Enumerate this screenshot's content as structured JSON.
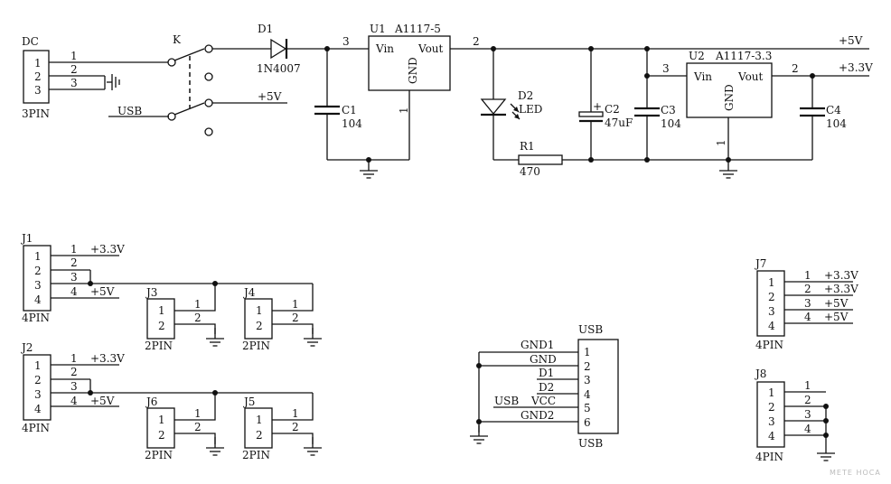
{
  "dc": {
    "ref": "DC",
    "pins": [
      "1",
      "2",
      "3"
    ],
    "footprint": "3PIN",
    "wire_labels": [
      "1",
      "2",
      "3"
    ]
  },
  "switch": {
    "ref": "K",
    "usb_label": "USB",
    "plus5_label": "+5V"
  },
  "d1": {
    "ref": "D1",
    "value": "1N4007"
  },
  "u1": {
    "ref": "U1",
    "part": "A1117-5",
    "vin": "Vin",
    "vout": "Vout",
    "gnd": "GND",
    "pin_in": "3",
    "pin_out": "2",
    "pin_gnd": "1"
  },
  "c1": {
    "ref": "C1",
    "value": "104"
  },
  "d2": {
    "ref": "D2",
    "value": "LED"
  },
  "r1": {
    "ref": "R1",
    "value": "470"
  },
  "c2": {
    "ref": "C2",
    "value": "47uF",
    "polarity": "+"
  },
  "c3": {
    "ref": "C3",
    "value": "104"
  },
  "u2": {
    "ref": "U2",
    "part": "A1117-3.3",
    "vin": "Vin",
    "vout": "Vout",
    "gnd": "GND",
    "pin_in": "3",
    "pin_out": "2",
    "pin_gnd": "1"
  },
  "c4": {
    "ref": "C4",
    "value": "104"
  },
  "rails": {
    "plus5": "+5V",
    "plus33": "+3.3V"
  },
  "j1": {
    "ref": "J1",
    "pins": [
      "1",
      "2",
      "3",
      "4"
    ],
    "footprint": "4PIN",
    "wire_pins": [
      "1",
      "2",
      "3",
      "4"
    ],
    "net_1": "+3.3V",
    "net_4": "+5V"
  },
  "j2": {
    "ref": "J2",
    "pins": [
      "1",
      "2",
      "3",
      "4"
    ],
    "footprint": "4PIN",
    "wire_pins": [
      "1",
      "2",
      "3",
      "4"
    ],
    "net_1": "+3.3V",
    "net_4": "+5V"
  },
  "j3": {
    "ref": "J3",
    "pins": [
      "1",
      "2"
    ],
    "footprint": "2PIN",
    "wire_pins": [
      "1",
      "2"
    ]
  },
  "j4": {
    "ref": "J4",
    "pins": [
      "1",
      "2"
    ],
    "footprint": "2PIN",
    "wire_pins": [
      "1",
      "2"
    ]
  },
  "j5": {
    "ref": "J5",
    "pins": [
      "1",
      "2"
    ],
    "footprint": "2PIN",
    "wire_pins": [
      "1",
      "2"
    ]
  },
  "j6": {
    "ref": "J6",
    "pins": [
      "1",
      "2"
    ],
    "footprint": "2PIN",
    "wire_pins": [
      "1",
      "2"
    ]
  },
  "usb": {
    "ref": "USB",
    "footprint": "USB",
    "pins": [
      "1",
      "2",
      "3",
      "4",
      "5",
      "6"
    ],
    "signals": [
      "GND1",
      "GND",
      "D1",
      "D2",
      "VCC",
      "GND2"
    ],
    "vcc_net": "USB"
  },
  "j7": {
    "ref": "J7",
    "pins": [
      "1",
      "2",
      "3",
      "4"
    ],
    "footprint": "4PIN",
    "wire_pins": [
      "1",
      "2",
      "3",
      "4"
    ],
    "nets": [
      "+3.3V",
      "+3.3V",
      "+5V",
      "+5V"
    ]
  },
  "j8": {
    "ref": "J8",
    "pins": [
      "1",
      "2",
      "3",
      "4"
    ],
    "footprint": "4PIN",
    "wire_pins": [
      "1",
      "2",
      "3",
      "4"
    ]
  },
  "watermark": "METE HOCA"
}
